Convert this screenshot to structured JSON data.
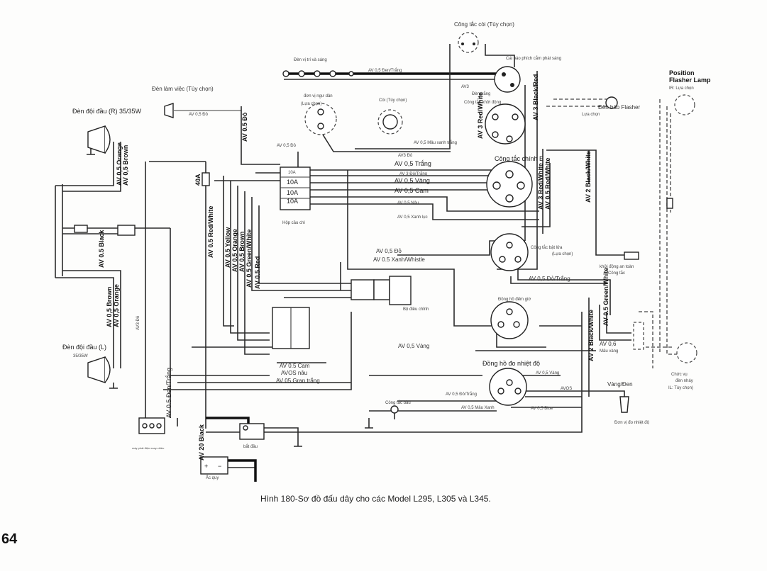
{
  "caption": "Hình 180-Sơ đồ đấu dây cho các Model L295, L305 và L345.",
  "page_number": "64",
  "components": {
    "horn_switch": "Công tắc còi (Tùy chọn)",
    "charge_lamp": "Cái báo phích cắm phát sáng",
    "indicator_lamps": "Đèn vị trí và sáng",
    "work_lamp": "Đèn làm việc (Tùy chọn)",
    "headlamp_r": "Đèn đội đầu (R) 35/35W",
    "headlamp_l": "Đèn đội đầu (L)",
    "headlamp_l_watt": "35/35W",
    "position_lamp_1": "đơn vị ngư dân",
    "position_lamp_2": "(Lựa chọn)",
    "horn": "Còi (Tùy chọn)",
    "main_switch": "Công tắc chính E",
    "start_switch_1": "Đèn trắng",
    "start_switch_2": "Công tắc khởi động",
    "flasher_lamp_vn_1": "Đèn báo Flasher",
    "flasher_lamp_vn_2": "Lựa chọn",
    "flasher_lamp_en_1": "Position",
    "flasher_lamp_en_2": "Flasher Lamp",
    "flasher_lamp_en_3": "IR: Lựa chọn",
    "fuse_box": "Hộp cầu chì",
    "fuse_1": "10A",
    "fuse_2": "10A",
    "fuse_3": "10A",
    "fuse_4": "10A",
    "fuse_40": "40A",
    "connector": "Bộ điều chỉnh",
    "light_switch_1": "Công tắc bật lửa",
    "light_switch_2": "(Lựa chọn)",
    "safety_switch_1": "khởi động an toàn",
    "safety_switch_2": "Công tắc",
    "hour_meter": "Đồng hồ đếm giờ",
    "temp_gauge": "Đồng hồ đo nhiệt độ",
    "oil_switch": "Công tắc dầu",
    "temp_unit": "Đơn vị đo nhiệt độ",
    "turn_unit_1": "Chức vụ",
    "turn_unit_2": "đèn nháy",
    "turn_unit_3": "IL: Tùy chọn)",
    "starter": "bắt đầu",
    "battery": "Ắc quy",
    "alternator": "máy phát điện xoay chiều",
    "av3": "AV3",
    "av3_do": "AV3 Đỏ"
  },
  "wire_labels": {
    "w1": "AV 0,5 Đen/Trắng",
    "w2": "AV 0,5 Đỏ",
    "w3": "AV 0,5 Đỏ",
    "w4": "AV 0,5 Orange",
    "w5": "AV 0,5 Brown",
    "w6": "AV 0.5 Black",
    "w7": "AV 0,5 Brown",
    "w8": "AV 0,5 Orange",
    "w9": "AV 0.5 Red/White",
    "w10": "AV 0.5 Yellow",
    "w11": "AV 0.5 Orange",
    "w12": "AV 0.5 Brown",
    "w13": "AV 0.5 Green/White",
    "w14": "AV 0.5 Red",
    "w15": "AV 0.5 Đen/Trắng",
    "w16": "AV 20 Black",
    "w17": "AV 0,5 Mâu xanh trắng",
    "w18": "AV3 Đỏ",
    "w19": "AV 0,5 Trắng",
    "w20": "AV 3 Đỏ/Trắng",
    "w21": "AV 0,5 Vàng",
    "w22": "AV 0,5 Cam",
    "w23": "AV 0,5 Nâu",
    "w24": "AV 0,5 Xanh lục",
    "w25": "AV 0,5 Đỏ",
    "w26": "AV 0.5 Xanh/Whistle",
    "w27": "AV 0,5 Đỏ/Trắng",
    "w28": "AV 0,5 Vàng",
    "w29": "AV 0.5 Cam",
    "w30": "AVOS nâu",
    "w31": "AV 05 Gran trắng",
    "w32": "AV 0,5 Vàng",
    "w33": "AV 0,5 Đỏ/Trắng",
    "w34": "AV 0,5 Mâu Xanh",
    "w35": "AV 0,5 Blue",
    "w36": "AVOS",
    "w37": "Vàng/Đen",
    "w38": "AV 0,6",
    "w39": "Mâu vàng",
    "w40": "AV 3 Black/Red",
    "w41": "AV 3 Red/White",
    "w42": "AV 3 Red/White",
    "w43": "AV 0.5 Red/White",
    "w44": "AV 2 Black/White",
    "w45": "AV 2 Black/White",
    "w46": "AV 0.5 Green/White",
    "w47": "AV 0.5 Đỏ"
  }
}
